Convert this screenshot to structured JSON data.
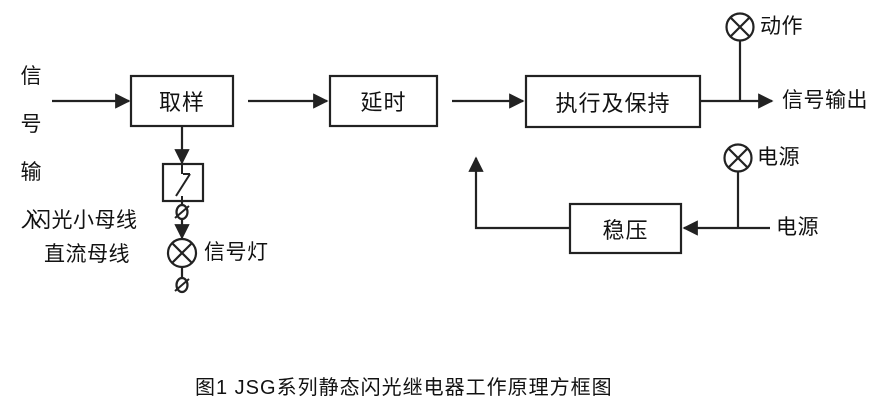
{
  "figure": {
    "caption": "图1  JSG系列静态闪光继电器工作原理方框图",
    "line_color": "#222222",
    "text_color": "#121212",
    "background": "#ffffff"
  },
  "input": {
    "vertical_label_chars": [
      "信",
      "号",
      "输",
      "入"
    ],
    "vertical_label": "信号输入"
  },
  "blocks": [
    {
      "id": "sampling",
      "label": "取样"
    },
    {
      "id": "delay",
      "label": "延时"
    },
    {
      "id": "execute_hold",
      "label": "执行及保持"
    },
    {
      "id": "regulator",
      "label": "稳压"
    }
  ],
  "labels": {
    "flash_bus": "闪光小母线",
    "dc_bus": "直流母线",
    "signal_lamp": "信号灯",
    "action_lamp": "动作",
    "signal_output": "信号输出",
    "power_lamp": "电源",
    "power_input": "电源"
  },
  "symbols": {
    "lamp": "lamp-cross-circle",
    "contact": "relay-contact",
    "terminal": "terminal-slash"
  }
}
